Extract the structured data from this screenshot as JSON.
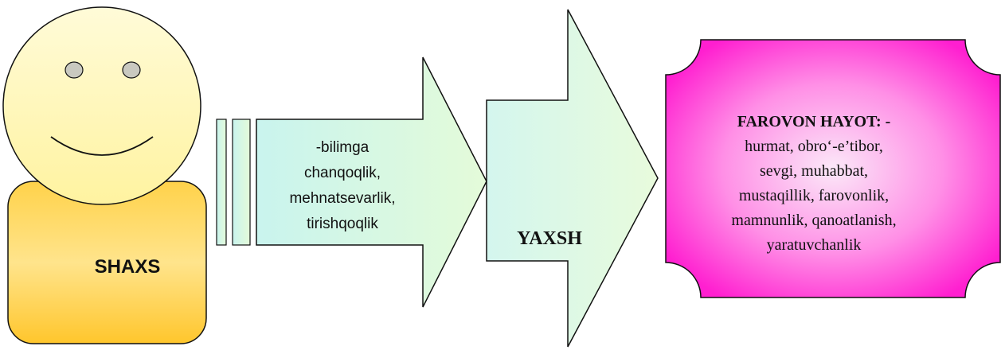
{
  "person": {
    "label": "SHAXS"
  },
  "arrow_qualities": {
    "lines": [
      "-bilimga",
      "chanqoqlik,",
      "mehnatsevarlik,",
      "tirishqoqlik"
    ]
  },
  "arrow_live": {
    "lines": [
      "YAXSH",
      "-"
    ]
  },
  "result_box": {
    "title": "FAROVON HAYOT: -",
    "lines": [
      "hurmat, obro‘-e’tibor,",
      "sevgi,  muhabbat,",
      "mustaqillik,  farovonlik,",
      "mamnunlik, qanoatlanish,",
      "yaratuvchanlik"
    ]
  },
  "colors": {
    "face_fill": "#fff7b0",
    "body_fill": "#ffc83a",
    "arrow_fill": "#d8fbe4",
    "box_fill": "#ff2bd8"
  }
}
